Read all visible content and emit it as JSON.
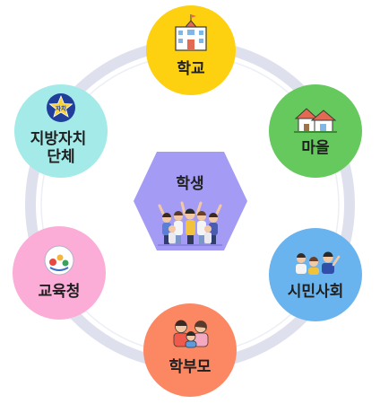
{
  "center": {
    "label": "학생",
    "color": "#a49bf5"
  },
  "nodes": [
    {
      "id": "school",
      "label": "학교",
      "color": "#fdd10f",
      "icon": "school-building-icon"
    },
    {
      "id": "village",
      "label": "마을",
      "color": "#66c95e",
      "icon": "village-houses-icon"
    },
    {
      "id": "citizens",
      "label": "시민사회",
      "color": "#69b4ee",
      "icon": "citizens-people-icon"
    },
    {
      "id": "parents",
      "label": "학부모",
      "color": "#fb8763",
      "icon": "family-icon"
    },
    {
      "id": "education",
      "label": "교육청",
      "color": "#fbadd7",
      "icon": "education-office-emblem-icon"
    },
    {
      "id": "localgov",
      "label": "지방자치\n단체",
      "color": "#a3eae8",
      "icon": "local-government-badge-icon"
    }
  ],
  "badge_text": "자치",
  "ring_color": "#dfe0ee"
}
